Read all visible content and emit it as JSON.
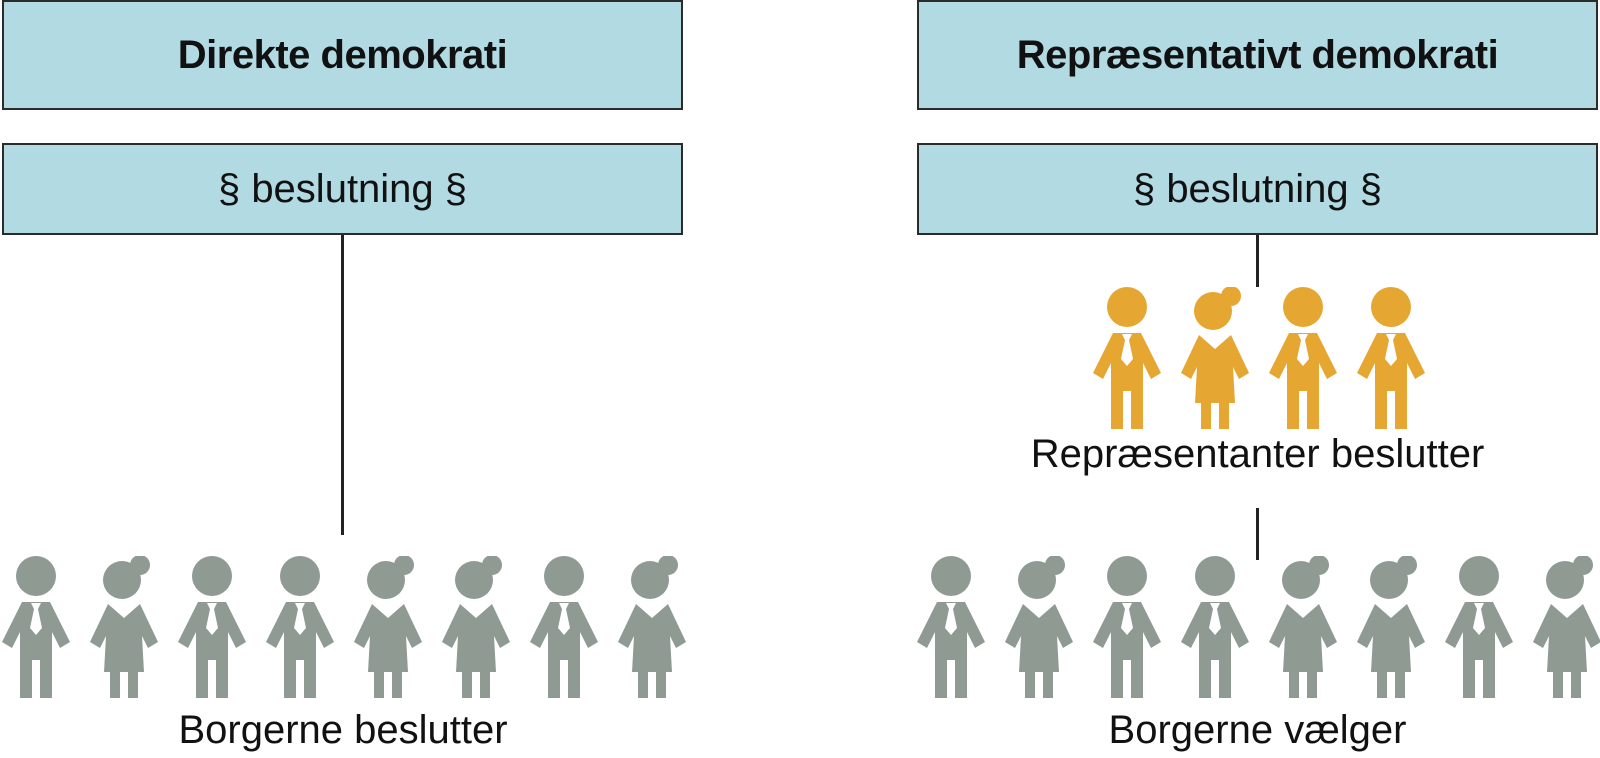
{
  "left": {
    "title": "Direkte demokrati",
    "decision": "§ beslutning §",
    "citizens_caption": "Borgerne beslutter",
    "citizens": [
      "man",
      "woman",
      "man",
      "man",
      "woman",
      "woman",
      "man",
      "woman"
    ]
  },
  "right": {
    "title": "Repræsentativt demokrati",
    "decision": "§ beslutning §",
    "representatives_caption": "Repræsentanter beslutter",
    "representatives": [
      "man",
      "woman",
      "man",
      "man"
    ],
    "citizens_caption": "Borgerne vælger",
    "citizens": [
      "man",
      "woman",
      "man",
      "man",
      "woman",
      "woman",
      "man",
      "woman"
    ]
  },
  "colors": {
    "box_fill": "#b2dae2",
    "citizen": "#8f9a93",
    "representative": "#e5a731",
    "tie": "#ffffff"
  }
}
